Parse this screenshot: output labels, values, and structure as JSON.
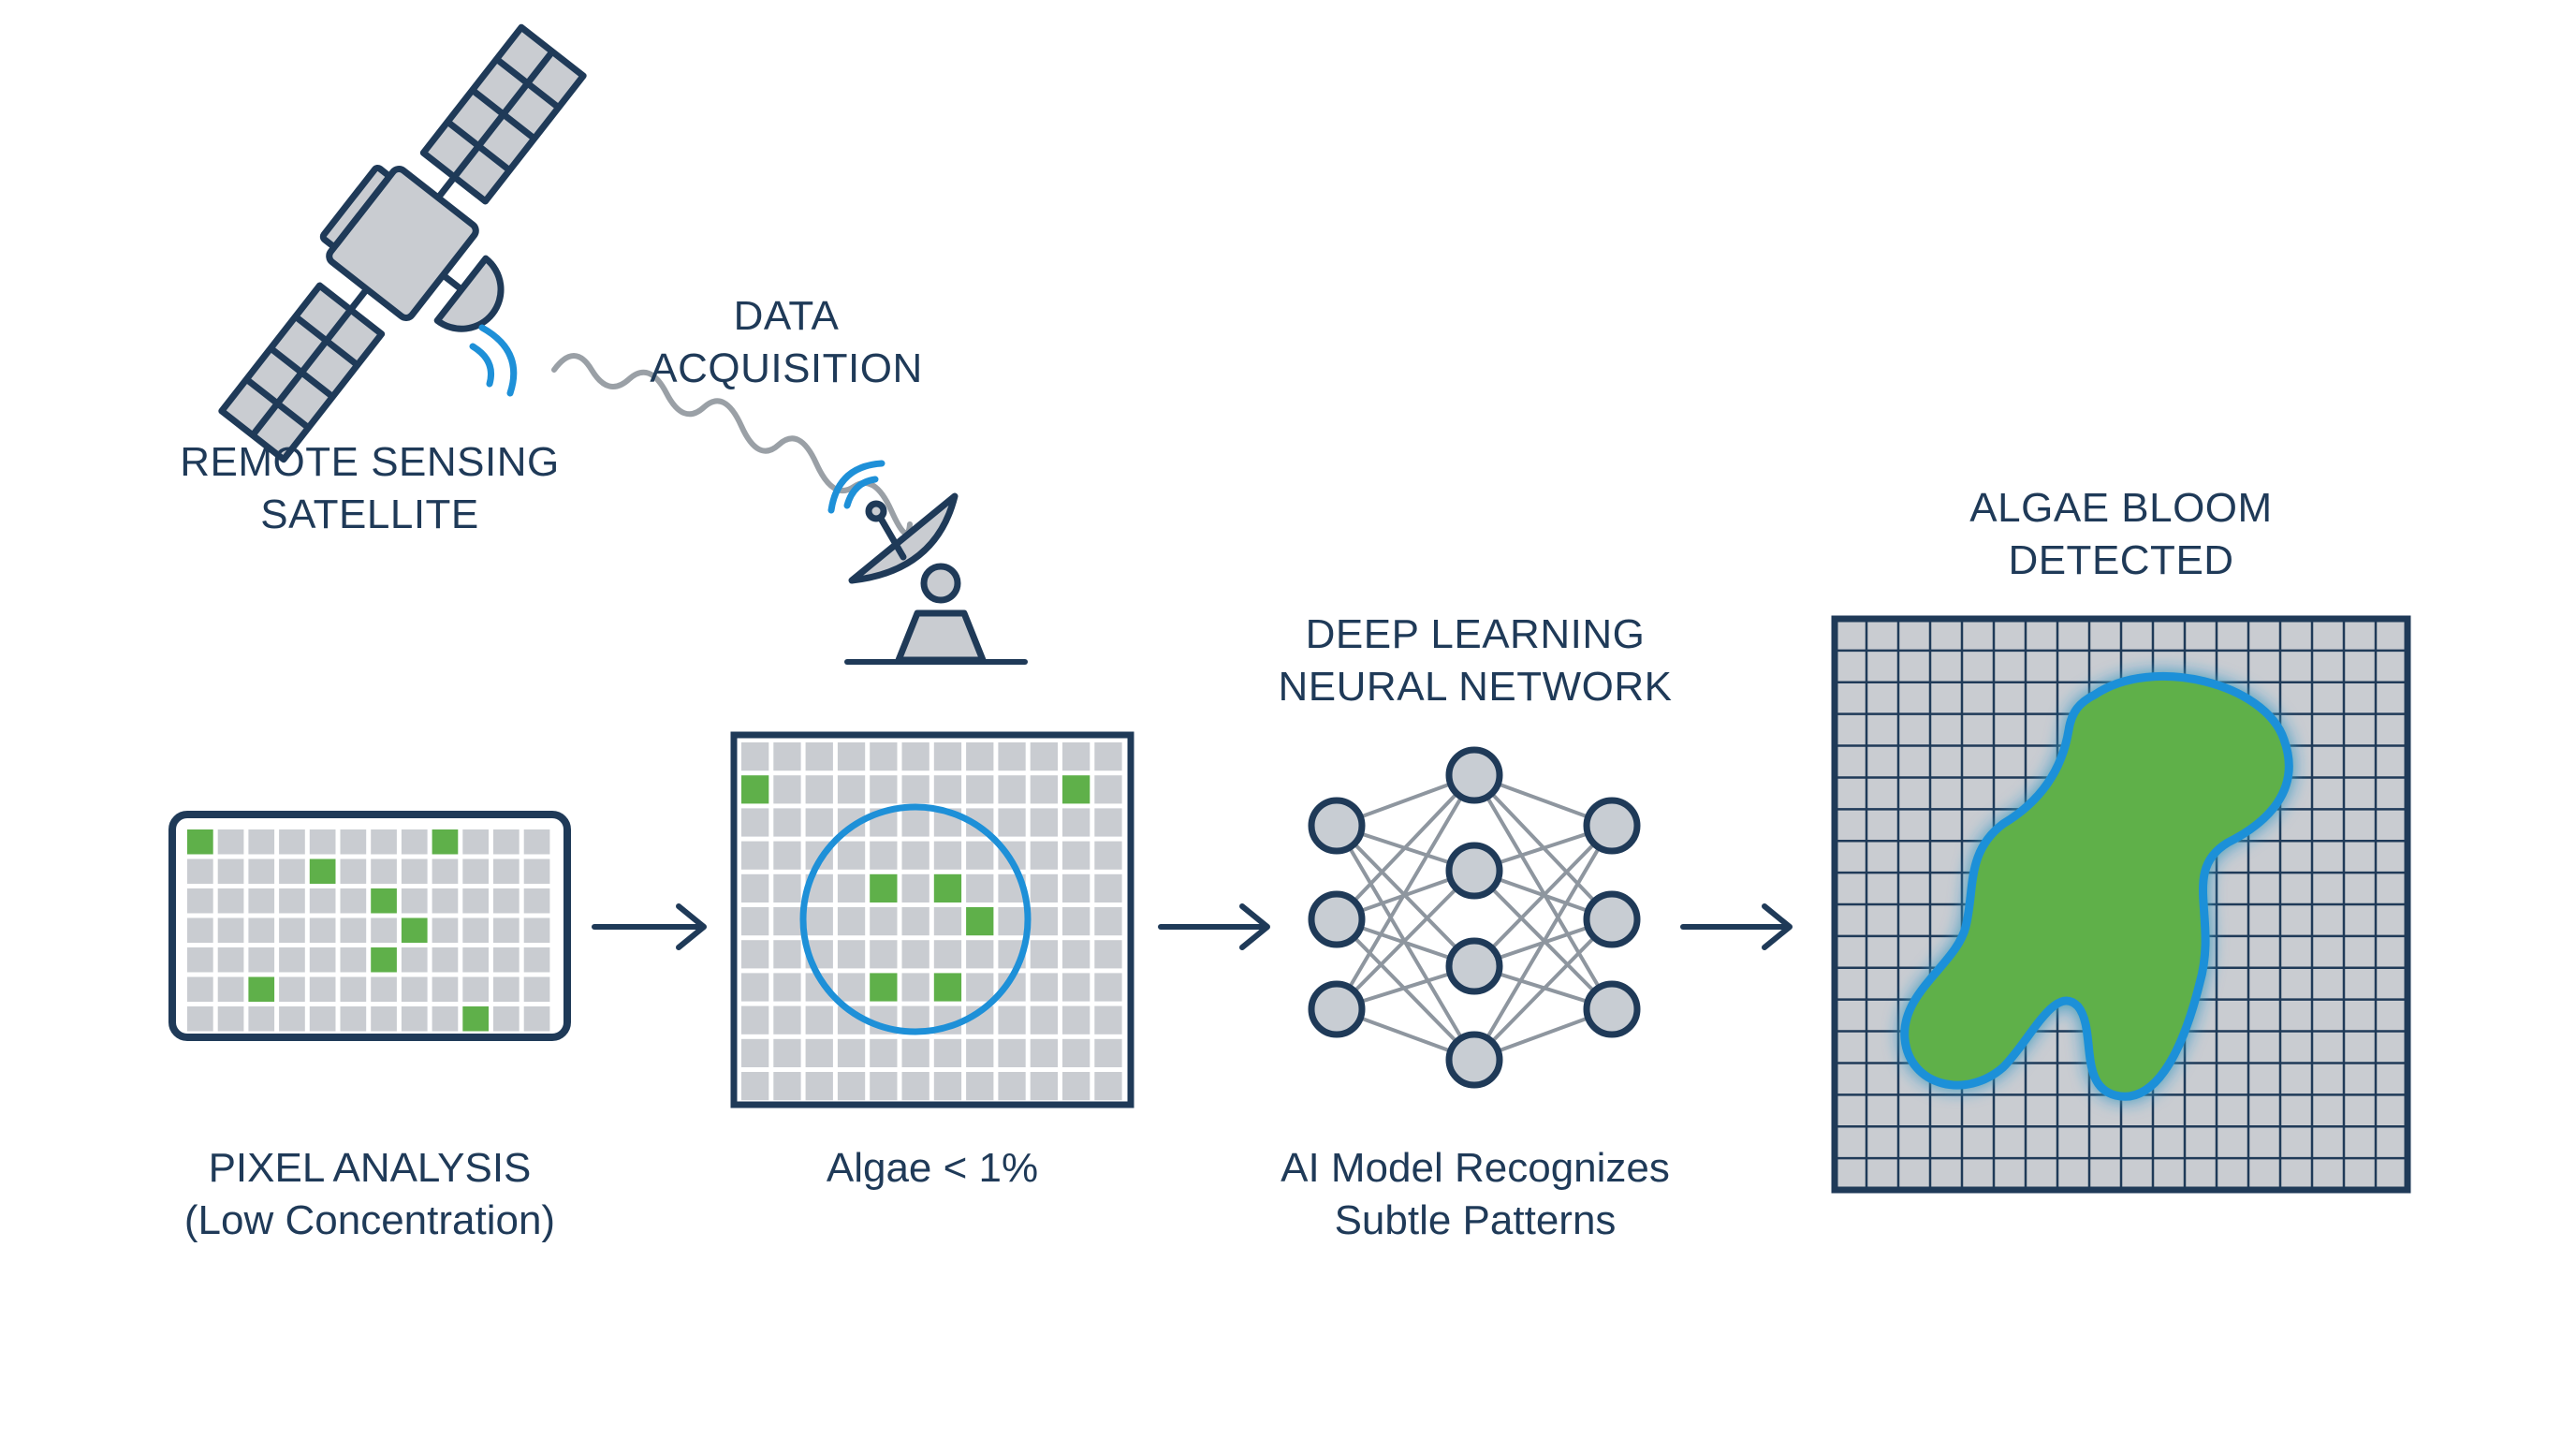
{
  "labels": {
    "satellite": [
      "REMOTE SENSING",
      "SATELLITE"
    ],
    "acquisition": [
      "DATA",
      "ACQUISITION"
    ],
    "pixel_analysis": [
      "PIXEL ANALYSIS",
      "(Low Concentration)"
    ],
    "algae_percent": "Algae < 1%",
    "neural_network": [
      "DEEP LEARNING",
      "NEURAL NETWORK"
    ],
    "ai_model": [
      "AI Model Recognizes",
      "Subtle Patterns"
    ],
    "bloom": [
      "ALGAE BLOOM",
      "DETECTED"
    ]
  },
  "icons": [
    "satellite-icon",
    "signal-wave-icon",
    "ground-station-dish-icon",
    "pixel-grid-icon",
    "zoomed-grid-icon",
    "neural-network-icon",
    "bloom-map-icon",
    "arrow-right-icon"
  ],
  "colors": {
    "navy": "#1f3a58",
    "cell_gray": "#c9ccd1",
    "algae_green": "#5fb04a",
    "highlight_blue": "#1e90d8",
    "wave_gray": "#9aa0a6",
    "node_fill": "#c8cdd3"
  }
}
